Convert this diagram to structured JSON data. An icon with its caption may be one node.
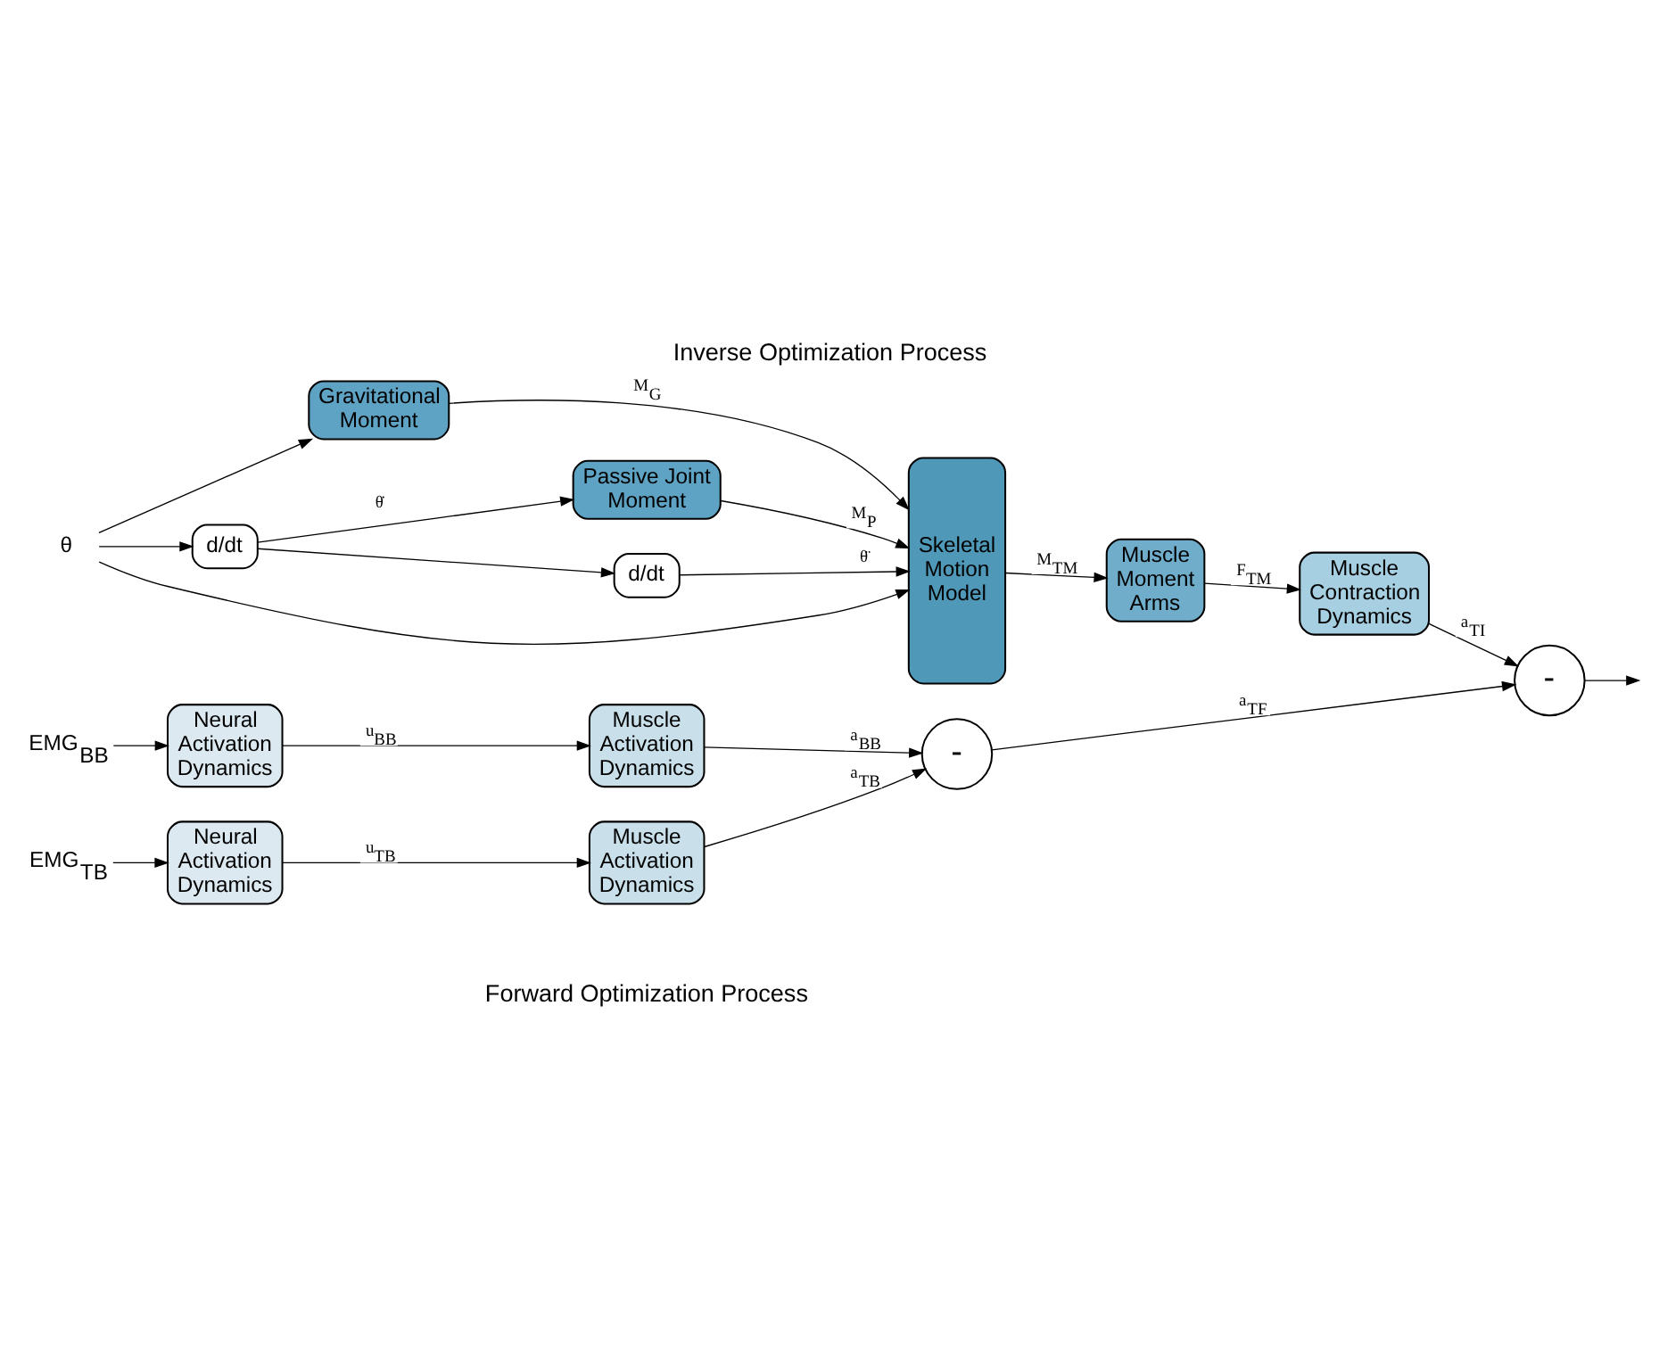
{
  "diagram": {
    "title": "Inverse Optimization Process",
    "caption": "Forward Optimization Process",
    "nodes": [
      {
        "text": [
          "θ"
        ]
      },
      {
        "text": [
          "Gravitational Moment"
        ]
      },
      {
        "text": [
          "d/dt"
        ]
      },
      {
        "text": [
          "Passive Joint Moment"
        ]
      },
      {
        "text": [
          "d/dt"
        ]
      },
      {
        "text": [
          "Skeletal Motion Model"
        ]
      },
      {
        "text": [
          "Muscle Moment Arms"
        ]
      },
      {
        "text": [
          "Muscle Contraction Dynamics"
        ]
      },
      {
        "text": [
          "EMG$_{BB}$"
        ]
      },
      {
        "text": [
          "Neural Activation Dynamics"
        ]
      },
      {
        "text": [
          "Muscle Activation Dynamics"
        ]
      },
      {
        "text": [
          "EMG$_{TB}$"
        ]
      },
      {
        "text": [
          "Neural Activation Dynamics"
        ]
      },
      {
        "text": [
          "Muscle Activation Dynamics"
        ]
      },
      {
        "text": [
          "-"
        ]
      },
      {
        "text": [
          "-"
        ]
      }
    ],
    "edges": [
      {
        "from": 0,
        "to": 5,
        "arrow": "to"
      },
      {
        "from": 0,
        "to": 1,
        "arrow": "to"
      },
      {
        "from": 0,
        "to": 2,
        "arrow": "to"
      },
      {
        "from": 2,
        "to": 3,
        "arrow": "to",
        "label": "θ̇"
      },
      {
        "from": 2,
        "to": 4,
        "arrow": "to"
      },
      {
        "from": 1,
        "to": 5,
        "arrow": "to",
        "label": "M$_{G}$"
      },
      {
        "from": 3,
        "to": 5,
        "arrow": "to",
        "label": "M$_{P}$"
      },
      {
        "from": 4,
        "to": 5,
        "arrow": "to",
        "label": "θ̈"
      },
      {
        "from": 5,
        "to": 6,
        "arrow": "to",
        "label": "M$_{TM}$"
      },
      {
        "from": 6,
        "to": 7,
        "arrow": "to",
        "label": "F$_{TM}$"
      },
      {
        "from": 7,
        "to": 15,
        "arrow": "to",
        "label": "a$_{TI}$"
      },
      {
        "from": 8,
        "to": 9,
        "arrow": "to"
      },
      {
        "from": 9,
        "to": 10,
        "arrow": "to",
        "label": "u$_{BB}$"
      },
      {
        "from": 10,
        "to": 14,
        "arrow": "to",
        "label": "a$_{BB}$"
      },
      {
        "from": 11,
        "to": 12,
        "arrow": "to"
      },
      {
        "from": 12,
        "to": 13,
        "arrow": "to",
        "label": "u$_{TB}$"
      },
      {
        "from": 13,
        "to": 14,
        "arrow": "to",
        "label": "a$_{TB}$"
      },
      {
        "from": 14,
        "to": 15,
        "arrow": "to",
        "label": "a$_{TF}$"
      },
      {
        "from": 15,
        "to": null,
        "arrow": "to"
      }
    ]
  }
}
